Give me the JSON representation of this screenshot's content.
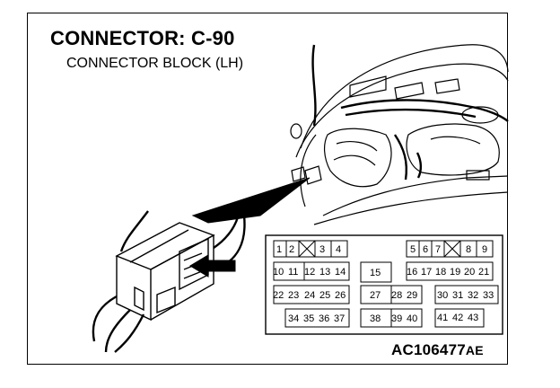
{
  "header": {
    "title": "CONNECTOR: C-90",
    "subtitle": "CONNECTOR BLOCK (LH)"
  },
  "figure_code": "AC106477",
  "figure_code_suffix": "AE",
  "pinout": {
    "left_block": {
      "row1": [
        "1",
        "2",
        "X",
        "3",
        "4"
      ],
      "row2": [
        "10",
        "11",
        "12",
        "13",
        "14"
      ],
      "row3": [
        "22",
        "23",
        "24",
        "25",
        "26"
      ],
      "row4": [
        "34",
        "35",
        "36",
        "37"
      ]
    },
    "middle_block": {
      "upper": [
        "15"
      ],
      "row3": [
        "27",
        "28",
        "29"
      ],
      "row4": [
        "38",
        "39",
        "40"
      ]
    },
    "right_block": {
      "row1": [
        "5",
        "6",
        "7",
        "X",
        "8",
        "9"
      ],
      "row2": [
        "16",
        "17",
        "18",
        "19",
        "20",
        "21"
      ],
      "row3": [
        "30",
        "31",
        "32",
        "33"
      ],
      "row4": [
        "41",
        "42",
        "43"
      ]
    }
  }
}
